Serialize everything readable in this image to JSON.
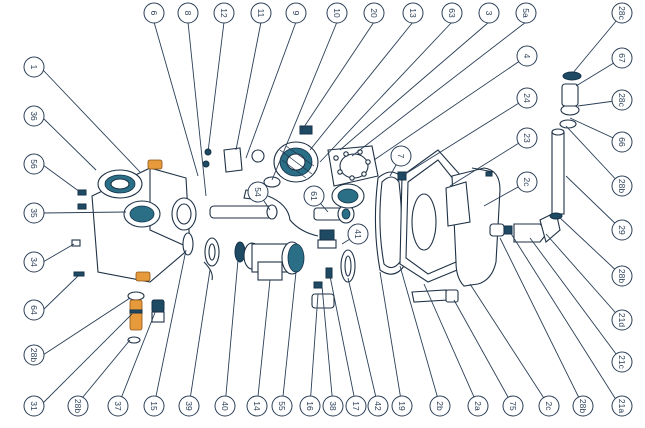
{
  "diagram": {
    "top_labels": [
      "6",
      "8",
      "12",
      "11",
      "9",
      "10",
      "20",
      "13",
      "63",
      "3",
      "5a"
    ],
    "left_labels": [
      "1",
      "36",
      "56",
      "35",
      "34",
      "64",
      "28b",
      "31"
    ],
    "right_labels": [
      "28c",
      "67",
      "28c",
      "66",
      "28b",
      "29",
      "28b",
      "21d",
      "21c",
      "21a"
    ],
    "middle_labels": [
      "4",
      "24",
      "23",
      "2c",
      "7",
      "54",
      "61",
      "41"
    ],
    "bottom_labels": [
      "28b",
      "37",
      "15",
      "39",
      "40",
      "14",
      "55",
      "16",
      "38",
      "17",
      "42",
      "19",
      "2b",
      "2a",
      "75",
      "2c",
      "28b"
    ]
  },
  "colors": {
    "line": "#2b3f57",
    "part_dark": "#1e4a63",
    "part_teal": "#2a6f86",
    "accent_orange": "#e69a3c"
  }
}
